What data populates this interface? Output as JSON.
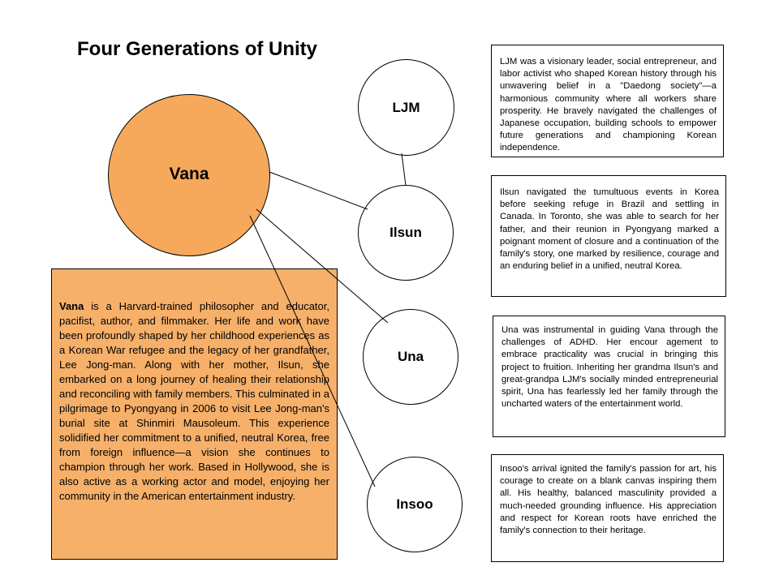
{
  "title": "Four Generations of Unity",
  "nodes": {
    "vana": "Vana",
    "ljm": "LJM",
    "ilsun": "Ilsun",
    "una": "Una",
    "insoo": "Insoo"
  },
  "vana_bio": {
    "name": "Vana",
    "text": " is a Harvard-trained philosopher and educator, pacifist, author, and filmmaker. Her life and work have been profoundly shaped by her childhood experiences as a Korean War refugee and the legacy of her grandfather, Lee Jong-man. Along with her mother, Ilsun, she embarked on a long journey of healing their relationship and reconciling with family members. This culminated in a pilgrimage to Pyongyang in 2006 to visit Lee Jong-man's burial site at Shinmiri Mausoleum. This experience solidified her commitment to a unified, neutral Korea, free from foreign influence—a vision she continues to champion through her work. Based in Hollywood, she is also active as a working actor and model, enjoying her community in the American entertainment industry."
  },
  "bios": {
    "ljm": "LJM was a visionary leader, social entrepreneur, and labor activist who shaped Korean history through his unwavering belief in a \"Daedong society\"—a harmonious community where all workers share prosperity. He bravely navigated the challenges of Japanese occupation, building schools to empower future generations and championing Korean independence.",
    "ilsun": "Ilsun navigated the tumultuous events in Korea before seeking refuge in Brazil and settling in Canada. In Toronto, she was able to search for her father, and their reunion in Pyongyang marked a poignant moment of closure and a continuation of the family's story, one marked by resilience, courage and an enduring belief in a unified, neutral Korea.",
    "una": "Una was instrumental in guiding Vana through the challenges of ADHD. Her encour agement to embrace practicality was crucial in bringing this project to fruition. Inheriting her grandma Ilsun's and great-grandpa LJM's socially minded entrepreneurial spirit, Una has fearlessly led her family through the uncharted waters of the entertainment world.",
    "insoo": "Insoo's arrival ignited the family's passion for art, his courage to create on a blank canvas inspiring them all. His healthy, balanced masculinity provided a much-needed grounding influence. His appreciation and respect for Korean roots have enriched the family's connection to their heritage."
  },
  "colors": {
    "vana_circle": "#f6a95b",
    "vana_box": "#f6b06a"
  }
}
